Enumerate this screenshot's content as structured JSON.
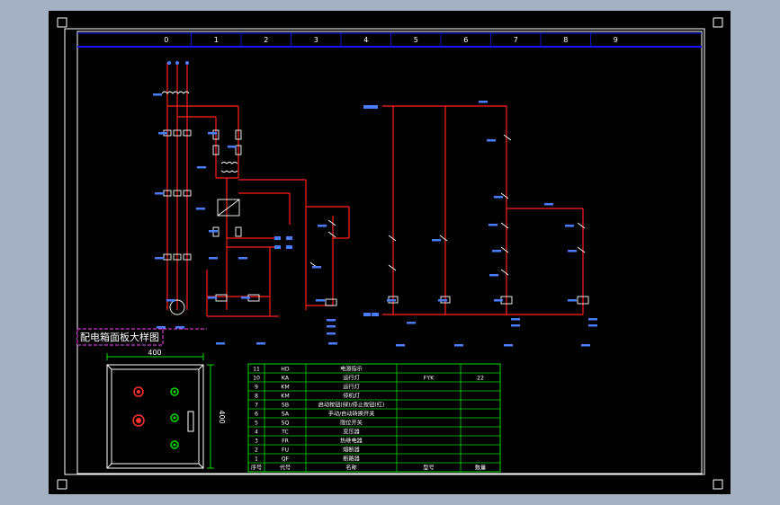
{
  "grid": {
    "columns": [
      "0",
      "1",
      "2",
      "3",
      "4",
      "5",
      "6",
      "7",
      "8",
      "9"
    ]
  },
  "panel": {
    "title": "配电箱面板大样图",
    "width_label": "400",
    "height_label": "400"
  },
  "bom": {
    "rows": [
      {
        "no": "11",
        "code": "HD",
        "name": "电源指示",
        "spec": "",
        "qty": ""
      },
      {
        "no": "10",
        "code": "KA",
        "name": "运行灯",
        "spec": "FYK",
        "qty": "22"
      },
      {
        "no": "9",
        "code": "KM",
        "name": "运行灯",
        "spec": "",
        "qty": ""
      },
      {
        "no": "8",
        "code": "KM",
        "name": "停机灯",
        "spec": "",
        "qty": ""
      },
      {
        "no": "7",
        "code": "SB",
        "name": "启动按钮(绿)/停止按钮(红)",
        "spec": "",
        "qty": ""
      },
      {
        "no": "6",
        "code": "SA",
        "name": "手动/自动转换开关",
        "spec": "",
        "qty": ""
      },
      {
        "no": "5",
        "code": "SQ",
        "name": "限位开关",
        "spec": "",
        "qty": ""
      },
      {
        "no": "4",
        "code": "TC",
        "name": "变压器",
        "spec": "",
        "qty": ""
      },
      {
        "no": "3",
        "code": "FR",
        "name": "热继电器",
        "spec": "",
        "qty": ""
      },
      {
        "no": "2",
        "code": "FU",
        "name": "熔断器",
        "spec": "",
        "qty": ""
      },
      {
        "no": "1",
        "code": "QF",
        "name": "断路器",
        "spec": "",
        "qty": ""
      }
    ],
    "header": {
      "no": "序号",
      "code": "代号",
      "name": "名称",
      "spec": "型号",
      "qty": "数量"
    }
  },
  "colors": {
    "background": "#000000",
    "frame": "#ffffff",
    "grid_bar": "#1515ff",
    "wire": "#ff2020",
    "component": "#ffffff",
    "table_line": "#00dd00",
    "label": "#ffffff",
    "marker_icon": "#4a7cff",
    "callout": "#ff40ff"
  }
}
